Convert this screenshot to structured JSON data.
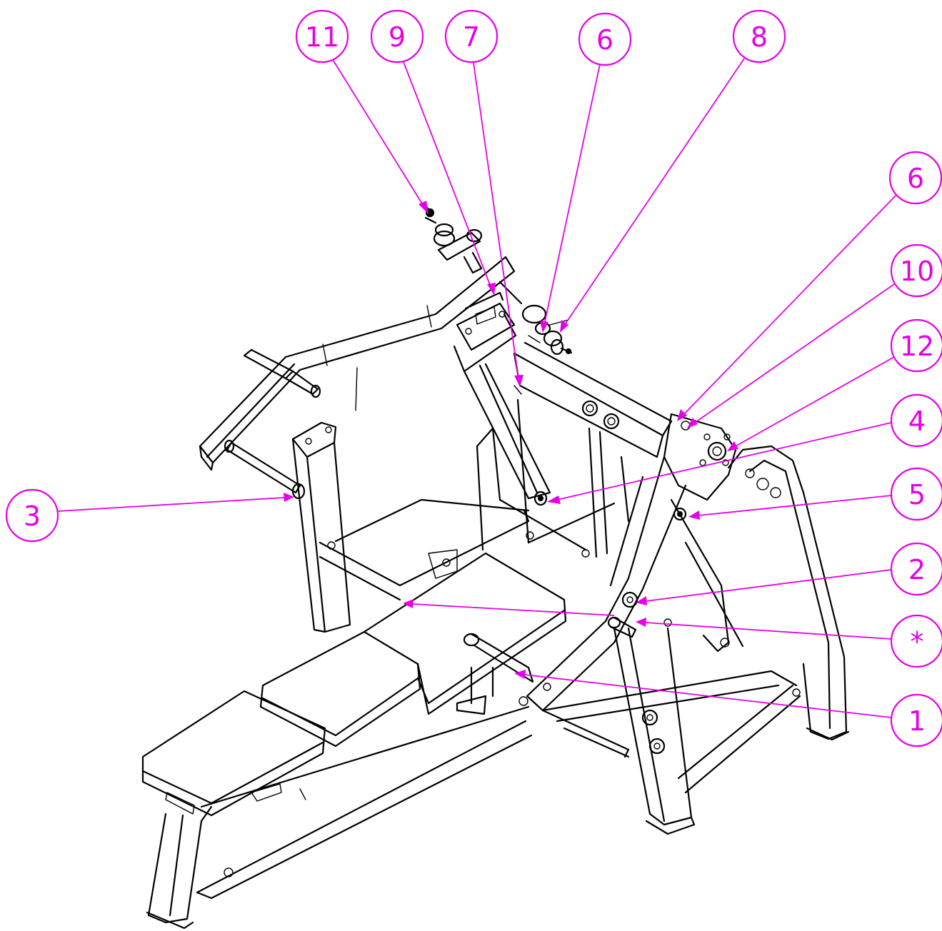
{
  "accent_color": "#e600e6",
  "line_color": "#000000",
  "callouts": [
    {
      "id": "c11",
      "label": "11",
      "target": "bolt on top of handle hub"
    },
    {
      "id": "c9",
      "label": "9",
      "target": "hub spacer"
    },
    {
      "id": "c7",
      "label": "7",
      "target": "arm pivot"
    },
    {
      "id": "c6a",
      "label": "6",
      "target": "bearing assembly"
    },
    {
      "id": "c8",
      "label": "8",
      "target": "nut on pivot shaft"
    },
    {
      "id": "c6b",
      "label": "6",
      "target": "bearing on right pivot"
    },
    {
      "id": "c10",
      "label": "10",
      "target": "bolt on right pivot plate"
    },
    {
      "id": "c12",
      "label": "12",
      "target": "right pivot plate"
    },
    {
      "id": "c4",
      "label": "4",
      "target": "lower end of swing link"
    },
    {
      "id": "c5",
      "label": "5",
      "target": "frame pivot bushing"
    },
    {
      "id": "c2",
      "label": "2",
      "target": "middle pin"
    },
    {
      "id": "c_star",
      "label": "*",
      "target": "pin/knob"
    },
    {
      "id": "c1",
      "label": "1",
      "target": "main bench frame"
    },
    {
      "id": "c3",
      "label": "3",
      "target": "left arm cross bar"
    }
  ]
}
